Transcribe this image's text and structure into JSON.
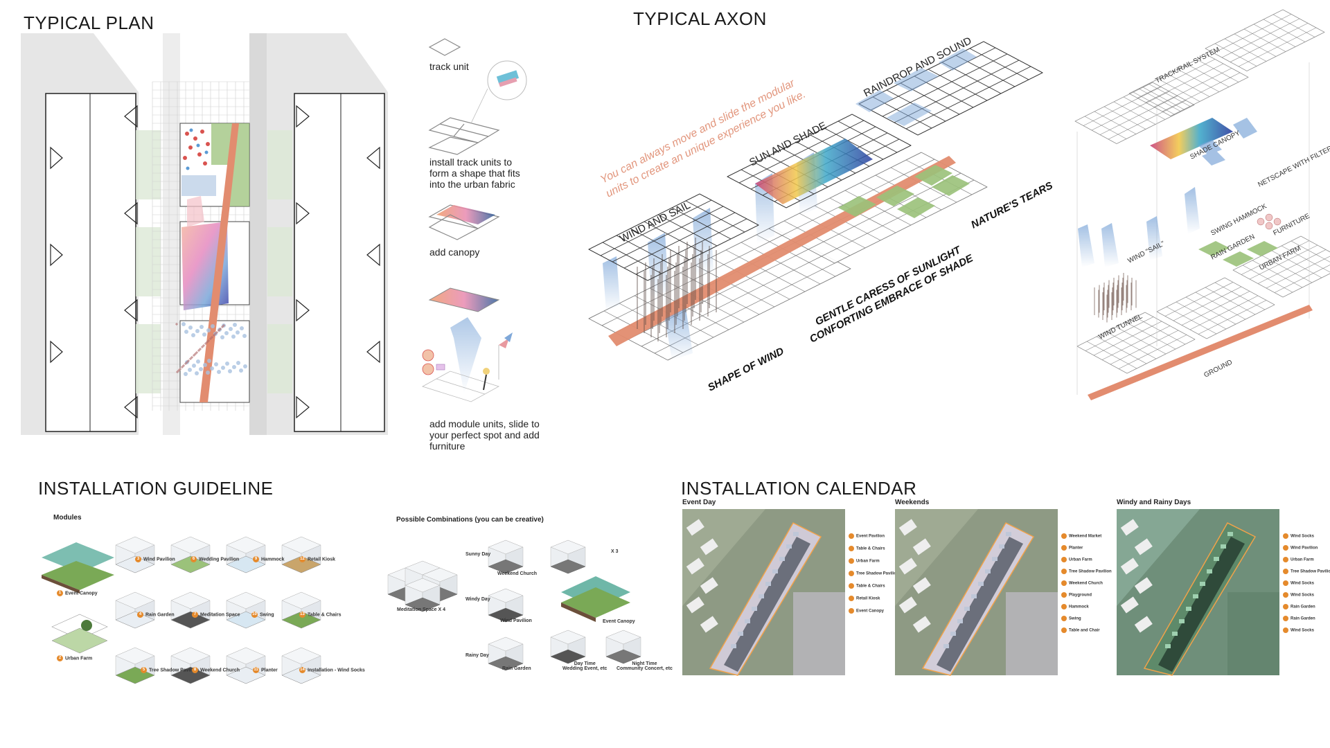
{
  "titles": {
    "typical_plan": "TYPICAL PLAN",
    "typical_axon": "TYPICAL AXON",
    "installation_guideline": "INSTALLATION GUIDELINE",
    "installation_calendar": "INSTALLATION CALENDAR"
  },
  "steps": [
    {
      "text": "track unit"
    },
    {
      "text": "install track units to form a shape that fits into the urban fabric"
    },
    {
      "text": "add canopy"
    },
    {
      "text": "add module units, slide to your perfect spot and add furniture"
    }
  ],
  "axon": {
    "note_line1": "You can always move and slide the modular",
    "note_line2": "units to create an unique experience you like.",
    "wind_and_sail": "WIND AND SAIL",
    "sun_and_shade": "SUN AND SHADE",
    "raindrop_and_sound": "RAINDROP AND SOUND",
    "shape_of_wind": "SHAPE OF WIND",
    "gentle_caress": "GENTLE CARESS OF SUNLIGHT",
    "conforting_embrace": "CONFORTING EMBRACE OF SHADE",
    "natures_tears": "NATURE'S TEARS"
  },
  "exploded": {
    "track_rail_system": "TRACK/RAIL SYSTEM",
    "shade_canopy": "SHADE CANOPY",
    "netscape": "NETSCAPE WITH FILTER FABRIC",
    "wind_sail": "WIND \"SAIL\"",
    "swing_hammock": "SWING HAMMOCK",
    "rain_garden": "RAIN GARDEN",
    "furniture": "FURNITURE",
    "urban_farm": "URBAN FARM",
    "wind_tunnel": "WIND TUNNEL",
    "ground": "GROUND"
  },
  "guideline": {
    "modules_label": "Modules",
    "modules": [
      {
        "num": "1",
        "label": "Event Canopy"
      },
      {
        "num": "2",
        "label": "Urban Farm"
      },
      {
        "num": "3",
        "label": "Wind Pavilion"
      },
      {
        "num": "4",
        "label": "Rain Garden"
      },
      {
        "num": "5",
        "label": "Tree Shadow Pavilion"
      },
      {
        "num": "6",
        "label": "Wedding Pavilion"
      },
      {
        "num": "7",
        "label": "Meditation Space"
      },
      {
        "num": "8",
        "label": "Weekend Church"
      },
      {
        "num": "9",
        "label": "Hammock"
      },
      {
        "num": "10",
        "label": "Swing"
      },
      {
        "num": "11",
        "label": "Planter"
      },
      {
        "num": "12",
        "label": "Retail Kiosk"
      },
      {
        "num": "13",
        "label": "Table & Chairs"
      },
      {
        "num": "14",
        "label": "Installation - Wind Socks"
      }
    ],
    "combinations_label": "Possible Combinations (you can be creative)",
    "combos": {
      "meditation_x4": "Meditation Space X 4",
      "sunny_day": "Sunny Day",
      "windy_day": "Windy Day",
      "rainy_day": "Rainy Day",
      "weekend_church": "Weekend Church",
      "wind_pavilion": "Wind Pavilion",
      "rain_garden": "Rain Garden",
      "x3": "X 3",
      "event_canopy": "Event Canopy",
      "day_time": "Day Time\nWedding Event, etc",
      "night_time": "Night Time\nCommunity Concert, etc"
    }
  },
  "calendar": {
    "panels": [
      {
        "title": "Event Day",
        "items": [
          "Event Pavilion",
          "Table & Chairs",
          "Urban Farm",
          "Tree Shadow Pavilion",
          "Table & Chairs",
          "Retail Kiosk",
          "Event Canopy"
        ]
      },
      {
        "title": "Weekends",
        "items": [
          "Weekend Market",
          "Planter",
          "Urban Farm",
          "Tree Shadow Pavilion",
          "Weekend Church",
          "Playground",
          "Hammock",
          "Swing",
          "Table and Chair"
        ]
      },
      {
        "title": "Windy and Rainy Days",
        "items": [
          "Wind Socks",
          "Wind Pavilion",
          "Urban Farm",
          "Tree Shadow Pavilion",
          "Wind Socks",
          "Wind Socks",
          "Rain Garden",
          "Rain Garden",
          "Wind Socks"
        ]
      }
    ]
  },
  "colors": {
    "accent_orange": "#e58a2c",
    "track_salmon": "#e28c6f",
    "grass": "#9bc27a",
    "rain_blue": "#7fa8d9"
  }
}
